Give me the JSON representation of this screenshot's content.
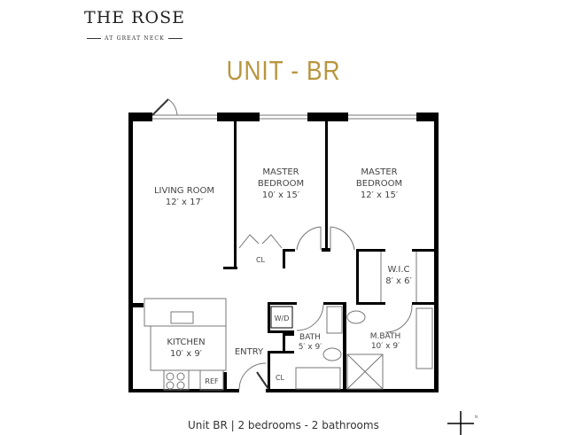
{
  "brand": {
    "name": "THE ROSE",
    "tagline": "AT GREAT NECK"
  },
  "unit_title": "UNIT - BR",
  "rooms": {
    "living": {
      "name": "LIVING ROOM",
      "size": "12′ x 17′"
    },
    "master1": {
      "name1": "MASTER",
      "name2": "BEDROOM",
      "size": "10′ x 15′"
    },
    "master2": {
      "name1": "MASTER",
      "name2": "BEDROOM",
      "size": "12′ x 15′"
    },
    "cl1": "CL",
    "wic": {
      "name": "W.I.C",
      "size": "8′ x 6′"
    },
    "wd": "W/D",
    "bath": {
      "name": "BATH",
      "size": "5′ x 9′"
    },
    "mbath": {
      "name": "M.BATH",
      "size": "10′ x 9′"
    },
    "kitchen": {
      "name": "KITCHEN",
      "size": "10′ x 9′"
    },
    "entry": "ENTRY",
    "cl2": "CL",
    "ref": "REF"
  },
  "caption": "Unit BR | 2 bedrooms - 2 bathrooms",
  "compass": {
    "north_label": "N"
  },
  "colors": {
    "accent": "#b8963f",
    "wall": "#000000"
  }
}
